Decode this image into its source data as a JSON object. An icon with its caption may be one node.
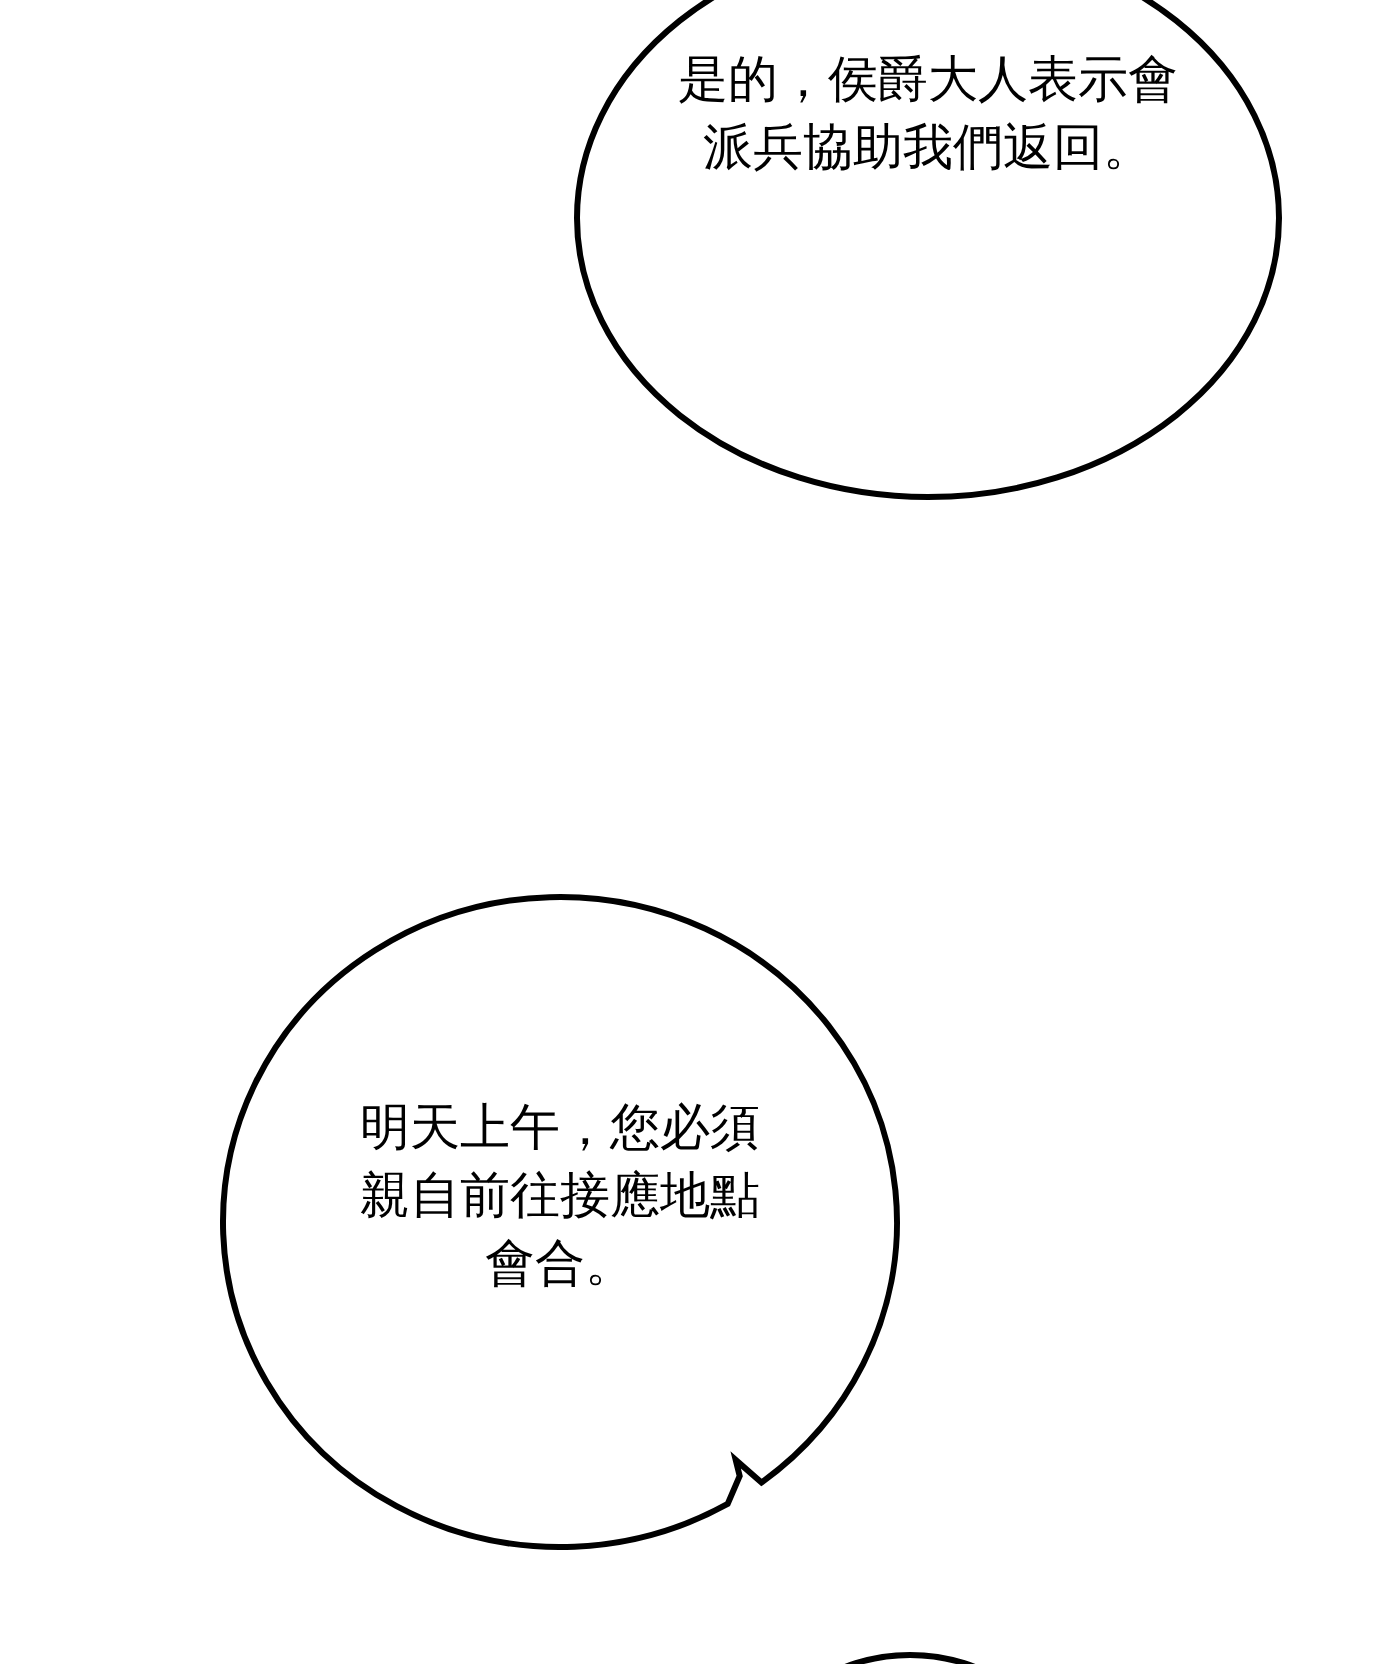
{
  "diagram": {
    "nodes": [
      {
        "text": [
          "是的，侯爵大人表示會派兵協助我們返回。"
        ]
      },
      {
        "text": [
          "明天上午，您必須親自前往接應地點會合。"
        ]
      },
      {
        "text": [],
        "shape": "circle"
      }
    ],
    "edges": []
  }
}
